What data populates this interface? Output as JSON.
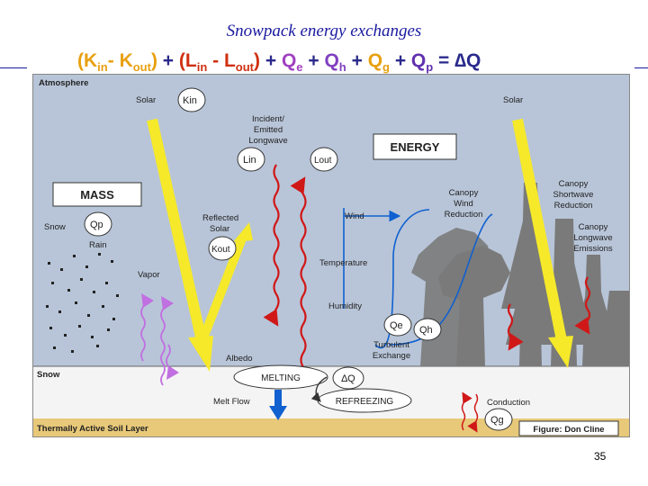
{
  "title": "Snowpack energy exchanges",
  "equation": {
    "open1": "(",
    "kin_k": "K",
    "kin_sub": "in",
    "minus1": "- ",
    "kout_k": "K",
    "kout_sub": "out",
    "close1": ")",
    "plus1": " + ",
    "open2": "(",
    "lin_l": "L",
    "lin_sub": "in",
    "minus2": " - ",
    "lout_l": "L",
    "lout_sub": "out",
    "close2": ")",
    "plus2": " + ",
    "qe_q": "Q",
    "qe_sub": "e",
    "plus3": " + ",
    "qh_q": "Q",
    "qh_sub": "h",
    "plus4": " + ",
    "qg_q": "Q",
    "qg_sub": "g",
    "plus5": " + ",
    "qp_q": "Q",
    "qp_sub": "p",
    "equals": " = ",
    "delta": "∆Q"
  },
  "diagram": {
    "atmosphere": "Atmosphere",
    "solar_left": "Solar",
    "solar_right": "Solar",
    "kin": "Kin",
    "kout": "Kout",
    "incident_1": "Incident/",
    "incident_2": "Emitted",
    "incident_3": "Longwave",
    "lin": "Lin",
    "lout": "Lout",
    "energy": "ENERGY",
    "mass": "MASS",
    "snow_label": "Snow",
    "qp": "Qp",
    "rain": "Rain",
    "reflected_1": "Reflected",
    "reflected_2": "Solar",
    "vapor": "Vapor",
    "wind": "Wind",
    "temperature": "Temperature",
    "humidity": "Humidity",
    "canopy_wind_1": "Canopy",
    "canopy_wind_2": "Wind",
    "canopy_wind_3": "Reduction",
    "canopy_sw_1": "Canopy",
    "canopy_sw_2": "Shortwave",
    "canopy_sw_3": "Reduction",
    "canopy_lw_1": "Canopy",
    "canopy_lw_2": "Longwave",
    "canopy_lw_3": "Emissions",
    "qe": "Qe",
    "qh": "Qh",
    "turbulent_1": "Turbulent",
    "turbulent_2": "Exchange",
    "albedo": "Albedo",
    "snow_layer": "Snow",
    "melting": "MELTING",
    "delta_q": "∆Q",
    "melt_flow": "Melt Flow",
    "refreezing": "REFREEZING",
    "conduction": "Conduction",
    "qg": "Qg",
    "soil_layer": "Thermally Active Soil Layer",
    "credit": "Figure: Don Cline"
  },
  "page_number": "35",
  "colors": {
    "sky": "#b8c5d8",
    "snow": "#f4f4f4",
    "soil": "#e8c97a",
    "solar": "#f5e92a",
    "longwave": "#d01818",
    "wind": "#1060d0",
    "vapor": "#c070e0",
    "tree": "#777777"
  }
}
